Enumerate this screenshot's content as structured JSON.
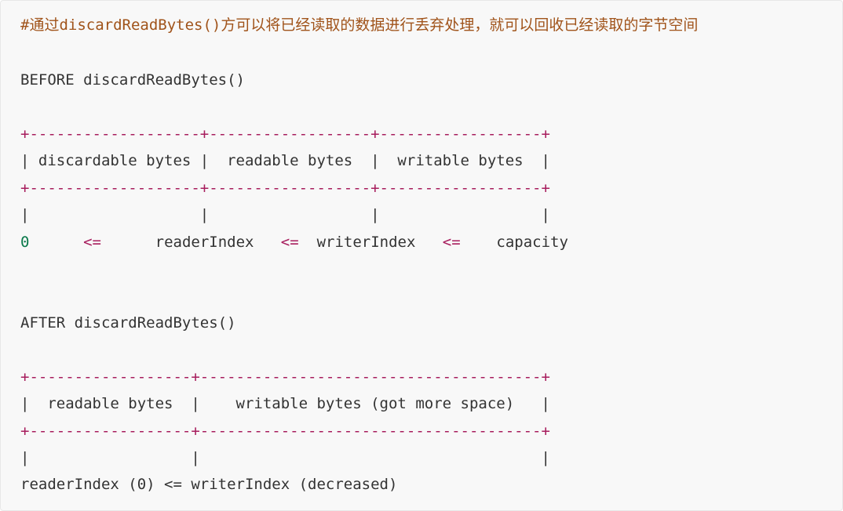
{
  "comment": "#通过discardReadBytes()方可以将已经读取的数据进行丢弃处理，就可以回收已经读取的字节空间",
  "before": {
    "title": "BEFORE discardReadBytes()",
    "border_a": "+-------------------+------------------+------------------+",
    "labels": "| discardable bytes |  readable bytes  |  writable bytes  |",
    "border_b": "+-------------------+------------------+------------------+",
    "pipes": "|                   |                  |                  |",
    "index_zero": "0",
    "index_op1": "<=",
    "index_reader": "readerIndex",
    "index_op2": "<=",
    "index_writer": "writerIndex",
    "index_op3": "<=",
    "index_capacity": "capacity"
  },
  "after": {
    "title": "AFTER discardReadBytes()",
    "border_a": "+------------------+--------------------------------------+",
    "labels": "|  readable bytes  |    writable bytes (got more space)   |",
    "border_b": "+------------------+--------------------------------------+",
    "pipes": "|                  |                                      |",
    "index_line": "readerIndex (0) <= writerIndex (decreased)"
  },
  "colors": {
    "comment": "#a0531a",
    "operator": "#a71d5d",
    "number": "#0b7a4b",
    "text": "#333333",
    "background": "#f8f8f8"
  }
}
